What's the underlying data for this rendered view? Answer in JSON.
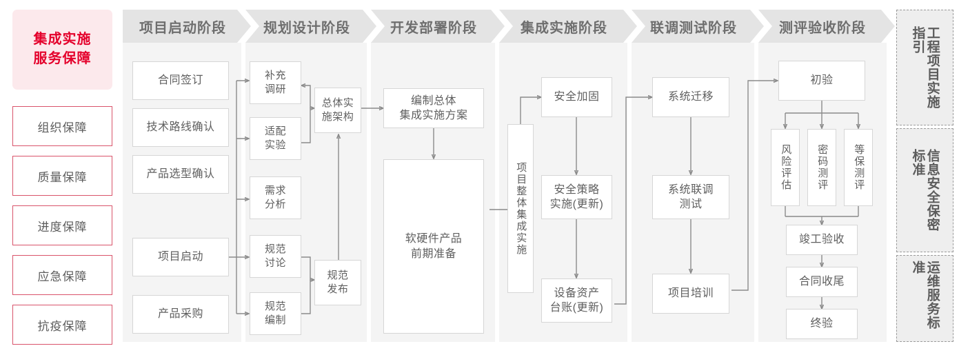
{
  "guarantee_panel": {
    "hero_lines": [
      "集成实施",
      "服务保障"
    ],
    "hero_color": "#e4002b",
    "items": [
      {
        "label": "组织保障"
      },
      {
        "label": "质量保障"
      },
      {
        "label": "进度保障"
      },
      {
        "label": "应急保障"
      },
      {
        "label": "抗疫保障"
      }
    ]
  },
  "stages": [
    {
      "title": "项目启动阶段",
      "nodes": [
        {
          "label": "合同签订"
        },
        {
          "label": "技术路线确认"
        },
        {
          "label": "产品选型确认"
        },
        {
          "label": "项目启动"
        },
        {
          "label": "产品采购"
        }
      ]
    },
    {
      "title": "规划设计阶段",
      "nodes": [
        {
          "label": "补充\n调研"
        },
        {
          "label": "适配\n实验"
        },
        {
          "label": "需求\n分析"
        },
        {
          "label": "规范\n讨论"
        },
        {
          "label": "规范\n编制"
        },
        {
          "label": "总体实\n施架构"
        },
        {
          "label": "规范\n发布"
        }
      ]
    },
    {
      "title": "开发部署阶段",
      "nodes": [
        {
          "label": "编制总体\n集成实施方案"
        },
        {
          "label": "软硬件产品\n前期准备"
        }
      ]
    },
    {
      "title": "集成实施阶段",
      "nodes": [
        {
          "label": "项目整体集成实施"
        },
        {
          "label": "安全加固"
        },
        {
          "label": "安全策略\n实施(更新)"
        },
        {
          "label": "设备资产\n台账(更新)"
        }
      ]
    },
    {
      "title": "联调测试阶段",
      "nodes": [
        {
          "label": "系统迁移"
        },
        {
          "label": "系统联调\n测试"
        },
        {
          "label": "项目培训"
        }
      ]
    },
    {
      "title": "测评验收阶段",
      "nodes": [
        {
          "label": "初验"
        },
        {
          "label": "风险评估"
        },
        {
          "label": "密码测评"
        },
        {
          "label": "等保测评"
        },
        {
          "label": "竣工验收"
        },
        {
          "label": "合同收尾"
        },
        {
          "label": "终验"
        }
      ]
    }
  ],
  "standards_sidebar": {
    "items": [
      {
        "label": "工程项目实施指引"
      },
      {
        "label": "信息安全保密标准"
      },
      {
        "label": "运维服务标准"
      }
    ]
  },
  "colors": {
    "accent_red": "#e4002b",
    "hero_bg": "#fce9ec",
    "guarantee_border": "#d9536a",
    "stage_header_bg": "#e4e4e4",
    "stage_body_bg": "#f4f4f4",
    "node_border": "#d6d6d6",
    "wire": "#8a8a8a",
    "text_gray": "#5f5f5f"
  }
}
